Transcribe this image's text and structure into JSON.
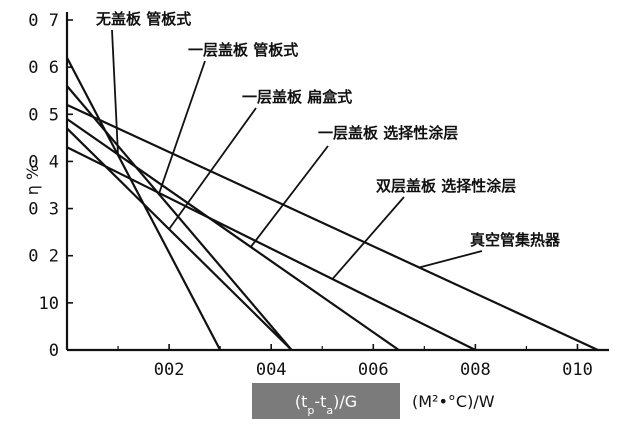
{
  "chart_data": {
    "type": "line",
    "xlabel": "(t_p-t_a)/G",
    "xunit": "(M²•°C)/W",
    "ylabel": "η %",
    "xlim": [
      0,
      0.105
    ],
    "ylim": [
      0,
      0.7
    ],
    "x_ticks": [
      "002",
      "004",
      "006",
      "008",
      "010"
    ],
    "y_ticks": [
      "0",
      "10",
      "0 2",
      "0 3",
      "0 4",
      "0 5",
      "0 6",
      "0 7"
    ],
    "grid": false,
    "series": [
      {
        "name": "无盖板 管板式",
        "x": [
          0,
          0.03
        ],
        "y": [
          0.62,
          0
        ]
      },
      {
        "name": "一层盖板 管板式",
        "x": [
          0,
          0.044
        ],
        "y": [
          0.56,
          0
        ]
      },
      {
        "name": "一层盖板 扁盒式",
        "x": [
          0,
          0.044
        ],
        "y": [
          0.47,
          0
        ]
      },
      {
        "name": "一层盖板 选择性涂层",
        "x": [
          0,
          0.065
        ],
        "y": [
          0.49,
          0
        ]
      },
      {
        "name": "双层盖板 选择性涂层",
        "x": [
          0,
          0.08
        ],
        "y": [
          0.43,
          0
        ]
      },
      {
        "name": "真空管集热器",
        "x": [
          0,
          0.104
        ],
        "y": [
          0.52,
          0
        ]
      }
    ]
  }
}
